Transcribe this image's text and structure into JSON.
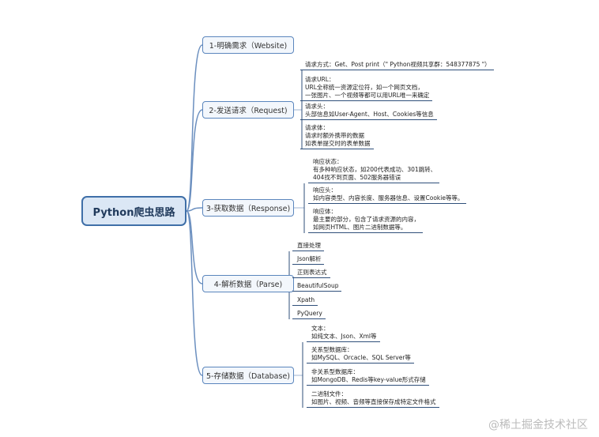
{
  "center": "Python爬虫思路",
  "branches": [
    {
      "label": "1-明确需求（Website)",
      "leaves": []
    },
    {
      "label": "2-发送请求（Request)",
      "leaves": [
        [
          "请求方式：Get、Post print（\" Python视频共享群：548377875 \"）"
        ],
        [
          "请求URL：",
          "URL全称统一资源定位符，如一个网页文档，",
          "一张图片、一个视频等都可以用URL唯一来确定"
        ],
        [
          "请求头：",
          "头部信息如User-Agent、Host、Cookies等信息"
        ],
        [
          "请求体：",
          "请求时额外携带的数据",
          "如表单提交时的表单数据"
        ]
      ]
    },
    {
      "label": "3-获取数据（Response)",
      "leaves": [
        [
          "响应状态：",
          "有多种响应状态，如200代表成功、301跳转、",
          "404找不到页面、502服务器错误"
        ],
        [
          "响应头：",
          "如内容类型、内容长度、服务器信息、设置Cookie等等。"
        ],
        [
          "响应体：",
          "最主要的部分，包含了请求资源的内容，",
          "如网页HTML、图片二进制数据等。"
        ]
      ]
    },
    {
      "label": "4-解析数据（Parse)",
      "leaves": [
        [
          "直接处理"
        ],
        [
          "Json解析"
        ],
        [
          "正则表达式"
        ],
        [
          "BeautifulSoup"
        ],
        [
          "Xpath"
        ],
        [
          "PyQuery"
        ]
      ]
    },
    {
      "label": "5-存储数据（Database)",
      "leaves": [
        [
          "文本：",
          "如纯文本、Json、Xml等"
        ],
        [
          "关系型数据库：",
          "如MySQL、Orcacle、SQL Server等"
        ],
        [
          "非关系型数据库：",
          "如MongoDB、Redis等key-value形式存储"
        ],
        [
          "二进制文件：",
          "如图片、视频、音频等直接保存成特定文件格式"
        ]
      ]
    }
  ],
  "watermark": "@稀土掘金技术社区"
}
